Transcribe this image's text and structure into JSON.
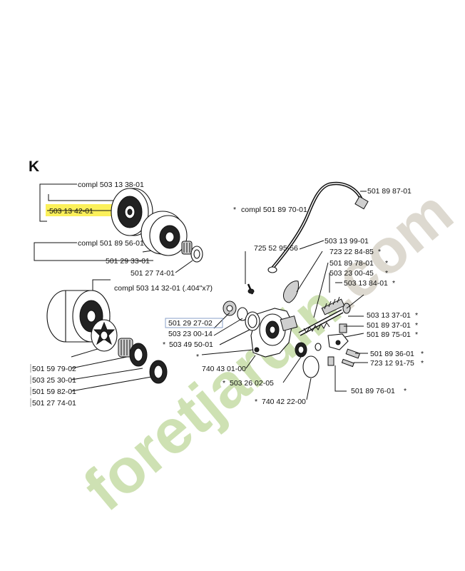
{
  "section": "K",
  "watermark": {
    "main": "foretjardin",
    "suffix": ".com",
    "green": "#c6dca6",
    "orange": "#f4c89a",
    "gray": "#d8d3c8"
  },
  "highlight_color": "#fbf05a",
  "parts": {
    "p01": "compl 503 13 38-01",
    "p02": "503 13 42-01",
    "p03": "compl 501 89 56-01",
    "p04": "501 29 33-01",
    "p05": "501 27 74-01",
    "p06": "compl 503 14 32-01 (.404\"x7)",
    "p07": "501 59 79-02",
    "p08": "503 25 30-01",
    "p09": "501 59 82-01",
    "p10": "501 27 74-01",
    "p11": "501 29 27-02",
    "p12": "503 23 00-14",
    "p13": "503 49 50-01",
    "p14": "740 43 01-00",
    "p15": "503 26 02-05",
    "p16": "740 42 22-00",
    "p17": "501 89 87-01",
    "p18": "compl 501 89 70-01",
    "p19": "725 52 95-56",
    "p20": "503 13 99-01",
    "p21": "723 22 84-85",
    "p22": "501 89 78-01",
    "p23": "503 23 00-45",
    "p24": "503 13 84-01",
    "p25": "503 13 37-01",
    "p26": "501 89 37-01",
    "p27": "501 89 75-01",
    "p28": "501 89 36-01",
    "p29": "723 12 91-75",
    "p30": "501 89 76-01"
  },
  "star": "*"
}
